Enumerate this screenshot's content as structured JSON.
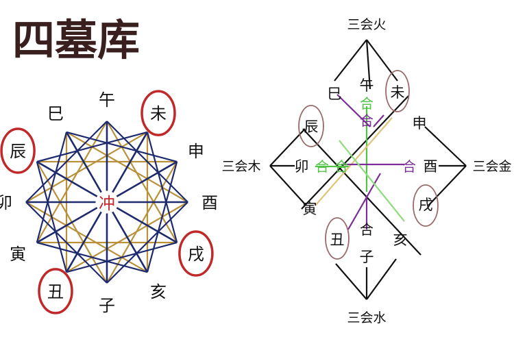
{
  "title": "四墓库",
  "wheel": {
    "center_label": "冲",
    "branches": [
      "午",
      "未",
      "申",
      "酉",
      "戌",
      "亥",
      "子",
      "丑",
      "寅",
      "卯",
      "辰",
      "巳"
    ],
    "circled": [
      "未",
      "戌",
      "丑",
      "辰"
    ]
  },
  "diamond": {
    "groups": {
      "fire": "三会火",
      "wood": "三会木",
      "metal": "三会金",
      "water": "三会水"
    },
    "branches": {
      "si": "巳",
      "wu": "午",
      "wei": "未",
      "chen": "辰",
      "shen": "申",
      "mao": "卯",
      "you": "酉",
      "yin": "寅",
      "xu": "戌",
      "chou": "丑",
      "hai": "亥",
      "zi": "子"
    },
    "he_label": "合",
    "circled": [
      "未",
      "辰",
      "戌",
      "丑"
    ]
  },
  "colors": {
    "red": "#c0282a",
    "navy": "#1e2a6e",
    "gold": "#b8913a",
    "purple": "#7a2f96",
    "green": "#52c445",
    "lightgreen": "#8fdc80",
    "oval": "#9a6a6a",
    "black": "#111111"
  }
}
